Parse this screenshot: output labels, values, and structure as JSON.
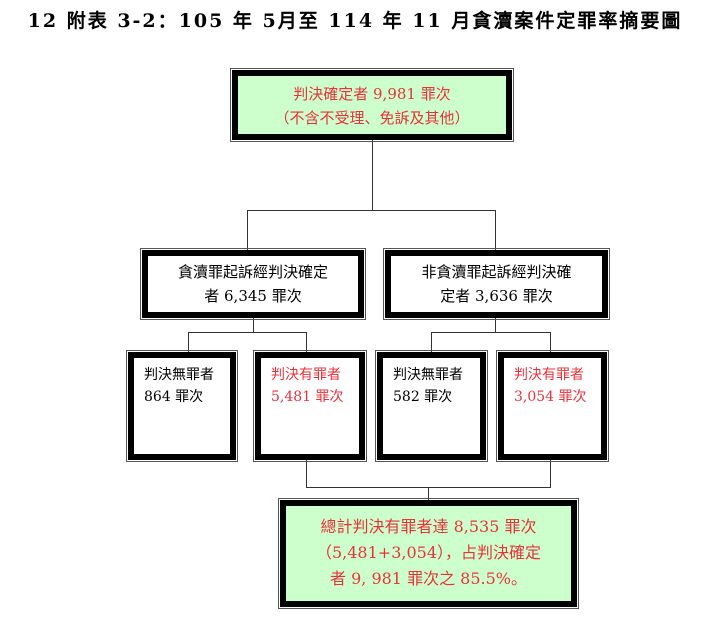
{
  "title": "12 附表 3-2：105 年 5月至 114 年 11 月貪瀆案件定罪率摘要圖",
  "top": {
    "line1": "判決確定者 9,981 罪次",
    "line2": "（不含不受理、免訴及其他）"
  },
  "mid_left": {
    "line1": "貪瀆罪起訴經判決確定",
    "line2": "者 6,345 罪次"
  },
  "mid_right": {
    "line1": "非貪瀆罪起訴經判決確",
    "line2": "定者 3,636 罪次"
  },
  "leaves": [
    {
      "label": "判決無罪者",
      "count": "864 罪次"
    },
    {
      "label": "判決有罪者",
      "count": "5,481 罪次"
    },
    {
      "label": "判決無罪者",
      "count": "582 罪次"
    },
    {
      "label": "判決有罪者",
      "count": "3,054 罪次"
    }
  ],
  "total": {
    "line1": "總計判決有罪者達 8,535 罪次",
    "line2": "（5,481+3,054），占判決確定",
    "line3": "者 9, 981 罪次之 85.5%。"
  },
  "colors": {
    "accent_red": "#e8323c",
    "green_fill": "#ccffcc"
  }
}
